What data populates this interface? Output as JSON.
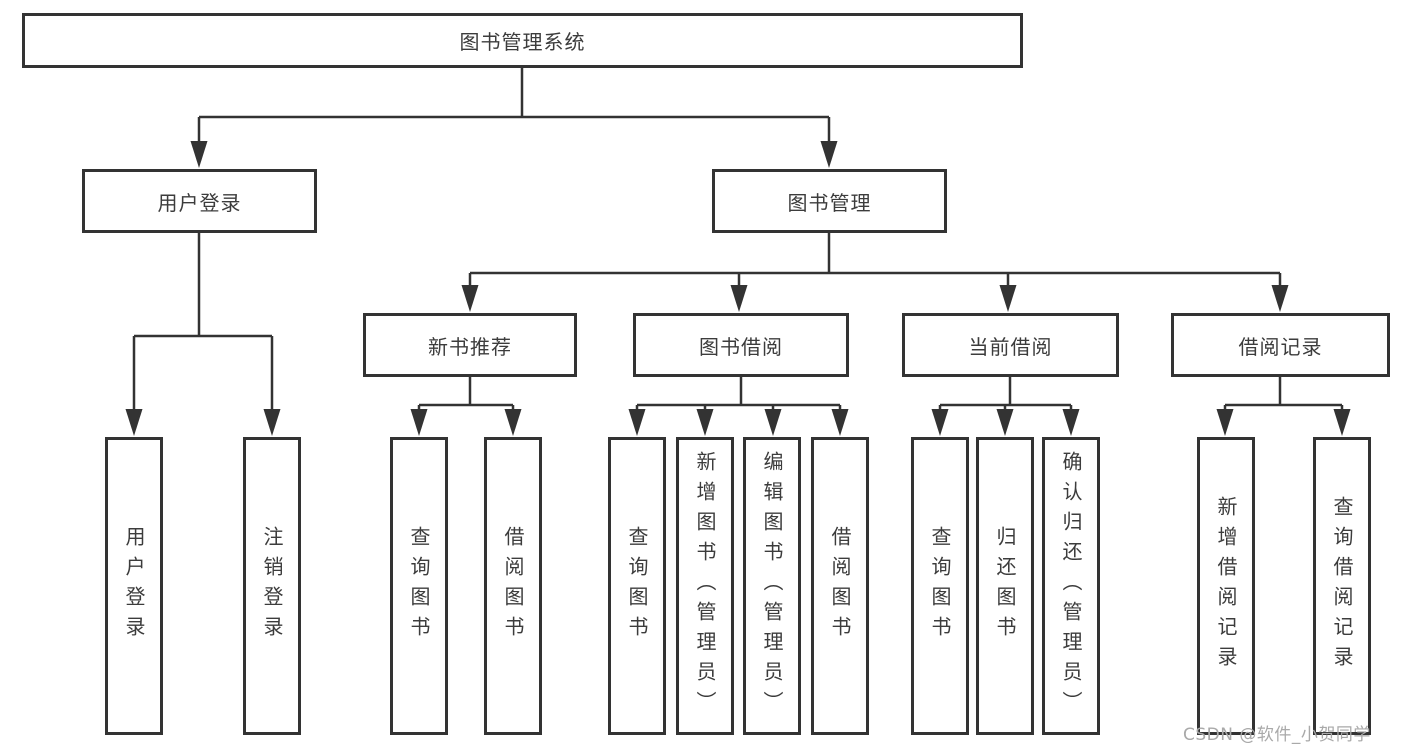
{
  "diagram": {
    "root": {
      "label": "图书管理系统"
    },
    "level2": [
      {
        "id": "user-login",
        "label": "用户登录"
      },
      {
        "id": "book-management",
        "label": "图书管理"
      }
    ],
    "level3": [
      {
        "id": "new-book-recommend",
        "label": "新书推荐",
        "parent": "图书管理"
      },
      {
        "id": "book-borrowing",
        "label": "图书借阅",
        "parent": "图书管理"
      },
      {
        "id": "current-borrowing",
        "label": "当前借阅",
        "parent": "图书管理"
      },
      {
        "id": "borrowing-records",
        "label": "借阅记录",
        "parent": "图书管理"
      }
    ],
    "leaves": [
      {
        "id": "user-login-leaf",
        "label": "用户登录",
        "parent": "用户登录"
      },
      {
        "id": "logout-leaf",
        "label": "注销登录",
        "parent": "用户登录"
      },
      {
        "id": "nb-query-books",
        "label": "查询图书",
        "parent": "新书推荐"
      },
      {
        "id": "nb-borrow-books",
        "label": "借阅图书",
        "parent": "新书推荐"
      },
      {
        "id": "bb-query-books",
        "label": "查询图书",
        "parent": "图书借阅"
      },
      {
        "id": "bb-add-books",
        "label": "新增图书（管理员）",
        "parent": "图书借阅"
      },
      {
        "id": "bb-edit-books",
        "label": "编辑图书（管理员）",
        "parent": "图书借阅"
      },
      {
        "id": "bb-borrow-books",
        "label": "借阅图书",
        "parent": "图书借阅"
      },
      {
        "id": "cb-query-books",
        "label": "查询图书",
        "parent": "当前借阅"
      },
      {
        "id": "cb-return-books",
        "label": "归还图书",
        "parent": "当前借阅"
      },
      {
        "id": "cb-confirm-return",
        "label": "确认归还（管理员）",
        "parent": "当前借阅"
      },
      {
        "id": "br-add-record",
        "label": "新增借阅记录",
        "parent": "借阅记录"
      },
      {
        "id": "br-query-record",
        "label": "查询借阅记录",
        "parent": "借阅记录"
      }
    ]
  },
  "watermark": {
    "text": "CSDN @软件_小贺同学"
  },
  "colors": {
    "line": "#333333",
    "border": "#333333",
    "text": "#3c3c3c",
    "watermark": "#a9a9a9",
    "background": "#ffffff"
  }
}
